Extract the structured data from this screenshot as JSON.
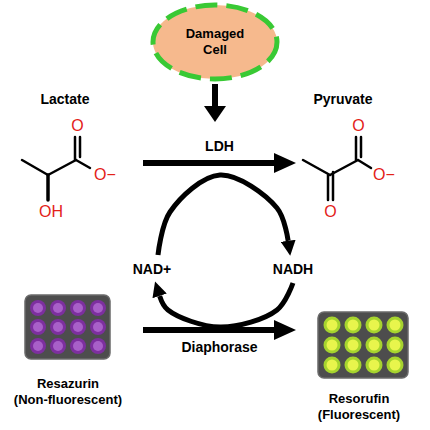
{
  "diagram": {
    "nodes": [
      {
        "text": [
          "Damaged Cell"
        ]
      },
      {
        "text": [
          "Lactate"
        ]
      },
      {
        "text": [
          "Pyruvate"
        ]
      },
      {
        "text": [
          "NAD+"
        ]
      },
      {
        "text": [
          "NADH"
        ]
      },
      {
        "text": [
          "Resazurin (Non-fluorescent)"
        ]
      },
      {
        "text": [
          "Resorufin (Fluorescent)"
        ]
      }
    ],
    "edges": [
      {
        "from": 1,
        "to": 2,
        "label": "LDH",
        "arrow": "to"
      },
      {
        "from": 5,
        "to": 6,
        "label": "Diaphorase",
        "arrow": "to"
      },
      {
        "from": 3,
        "to": 4,
        "arrow": "to"
      },
      {
        "from": 4,
        "to": 3,
        "arrow": "to"
      }
    ],
    "labels": [
      "O",
      "O−",
      "OH",
      "O",
      "O−",
      "O"
    ]
  }
}
